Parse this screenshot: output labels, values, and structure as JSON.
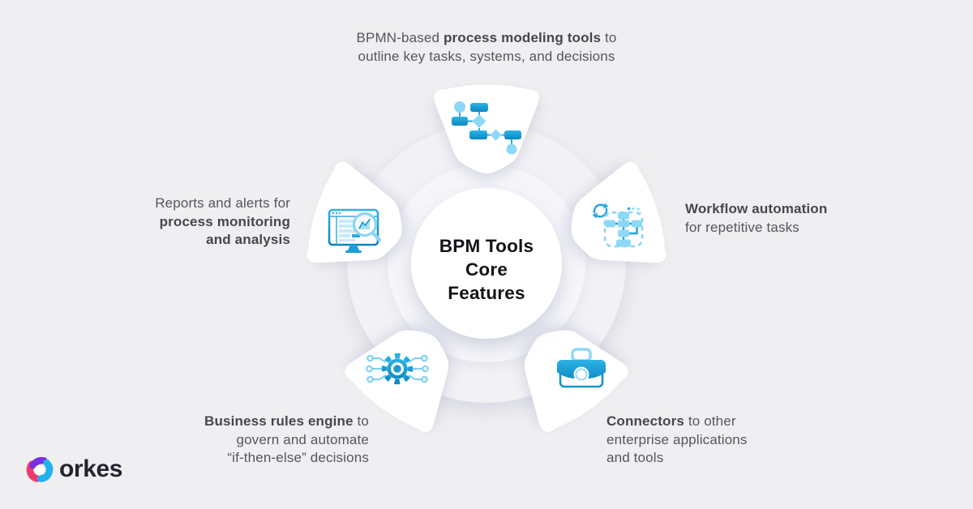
{
  "page": {
    "background_color": "#efeff1"
  },
  "center": {
    "line1": "BPM Tools",
    "line2": "Core",
    "line3": "Features"
  },
  "features": {
    "top": {
      "icon": "bpmn-flowchart-icon",
      "text_normal_1": "BPMN-based ",
      "text_bold": "process modeling tools",
      "text_normal_2": " to",
      "line2": "outline key tasks, systems, and decisions"
    },
    "left": {
      "icon": "monitor-analytics-icon",
      "line1": "Reports and alerts for",
      "line2_bold": "process monitoring",
      "line3_bold": "and analysis"
    },
    "right": {
      "icon": "workflow-automation-icon",
      "line1_bold": "Workflow automation",
      "line2": "for repetitive tasks"
    },
    "bottom_left": {
      "icon": "business-rules-gear-icon",
      "line1_bold": "Business rules engine",
      "line1_normal": " to",
      "line2": "govern and automate",
      "line3": "“if-then-else” decisions"
    },
    "bottom_right": {
      "icon": "connectors-briefcase-icon",
      "line1_bold": "Connectors",
      "line1_normal": " to other",
      "line2": "enterprise applications",
      "line3": "and tools"
    }
  },
  "logo": {
    "brand": "orkes",
    "colors": {
      "purple": "#7b2ee2",
      "pink": "#ee3a6b",
      "cyan": "#21b1ef",
      "text": "#23242e"
    }
  },
  "palette": {
    "icon_blue": "#1697d3",
    "icon_blue_light": "#8ed7f6",
    "label_text": "#55565c",
    "title_text": "#131418"
  }
}
